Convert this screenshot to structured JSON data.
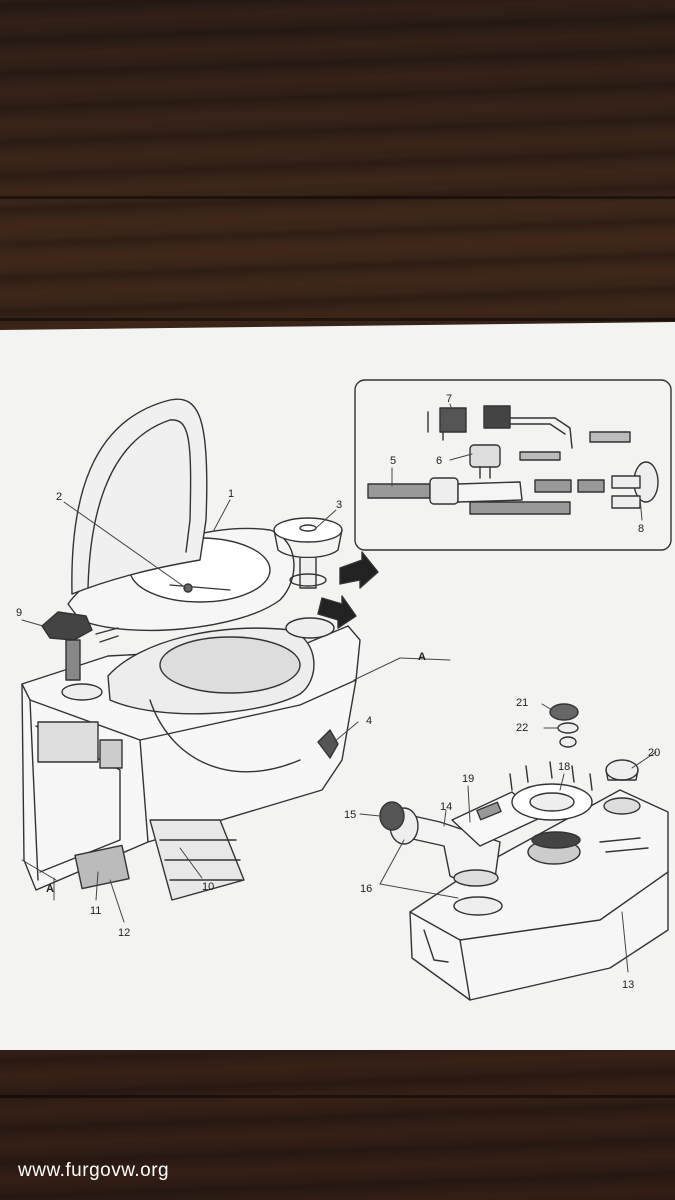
{
  "labels": {
    "l1": "1",
    "l2": "2",
    "l3": "3",
    "l4": "4",
    "l5": "5",
    "l6": "6",
    "l7": "7",
    "l8": "8",
    "l9": "9",
    "l10": "10",
    "l11": "11",
    "l12": "12",
    "l13": "13",
    "l14": "14",
    "l15": "15",
    "l16": "16",
    "l18": "18",
    "l19": "19",
    "l20": "20",
    "l21": "21",
    "l22": "22",
    "sectionA1": "A",
    "sectionA2": "A"
  },
  "watermark": "www.furgovw.org"
}
